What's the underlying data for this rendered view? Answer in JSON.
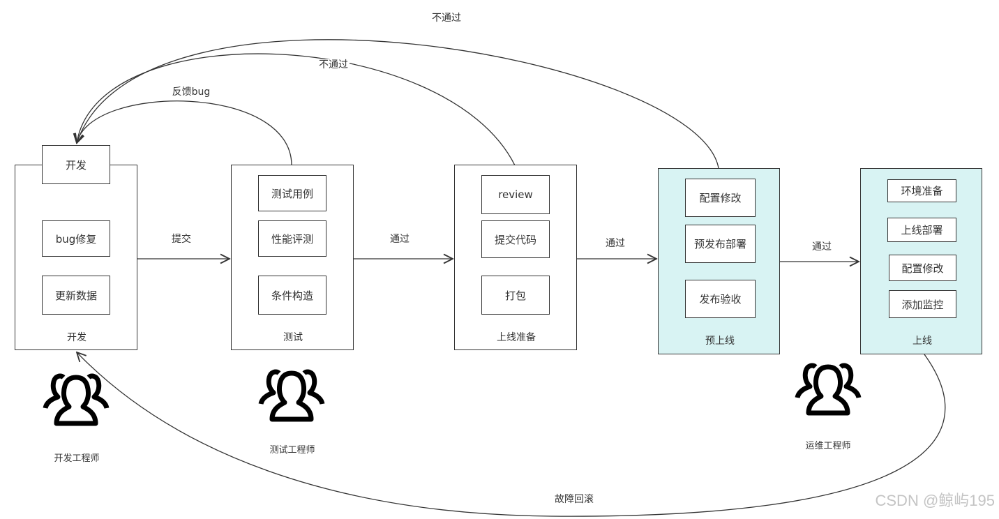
{
  "stages": {
    "dev": {
      "title": "开发",
      "label": "开发",
      "items": [
        "bug修复",
        "更新数据"
      ]
    },
    "test": {
      "label": "测试",
      "items": [
        "测试用例",
        "性能评测",
        "条件构造"
      ]
    },
    "prep": {
      "label": "上线准备",
      "items": [
        "review",
        "提交代码",
        "打包"
      ]
    },
    "preprod": {
      "label": "预上线",
      "items": [
        "配置修改",
        "预发布部署",
        "发布验收"
      ]
    },
    "prod": {
      "label": "上线",
      "items": [
        "环境准备",
        "上线部署",
        "配置修改",
        "添加监控"
      ]
    }
  },
  "edges": {
    "submit": "提交",
    "pass1": "通过",
    "pass2": "通过",
    "pass3": "通过",
    "feedback_bug": "反馈bug",
    "fail_prep": "不通过",
    "fail_preprod": "不通过",
    "rollback": "故障回滚"
  },
  "roles": {
    "dev": "开发工程师",
    "test": "测试工程师",
    "ops": "运维工程师"
  },
  "colors": {
    "teal_fill": "#d8f3f3",
    "stroke": "#333333"
  },
  "watermark": "CSDN @鲸屿195"
}
